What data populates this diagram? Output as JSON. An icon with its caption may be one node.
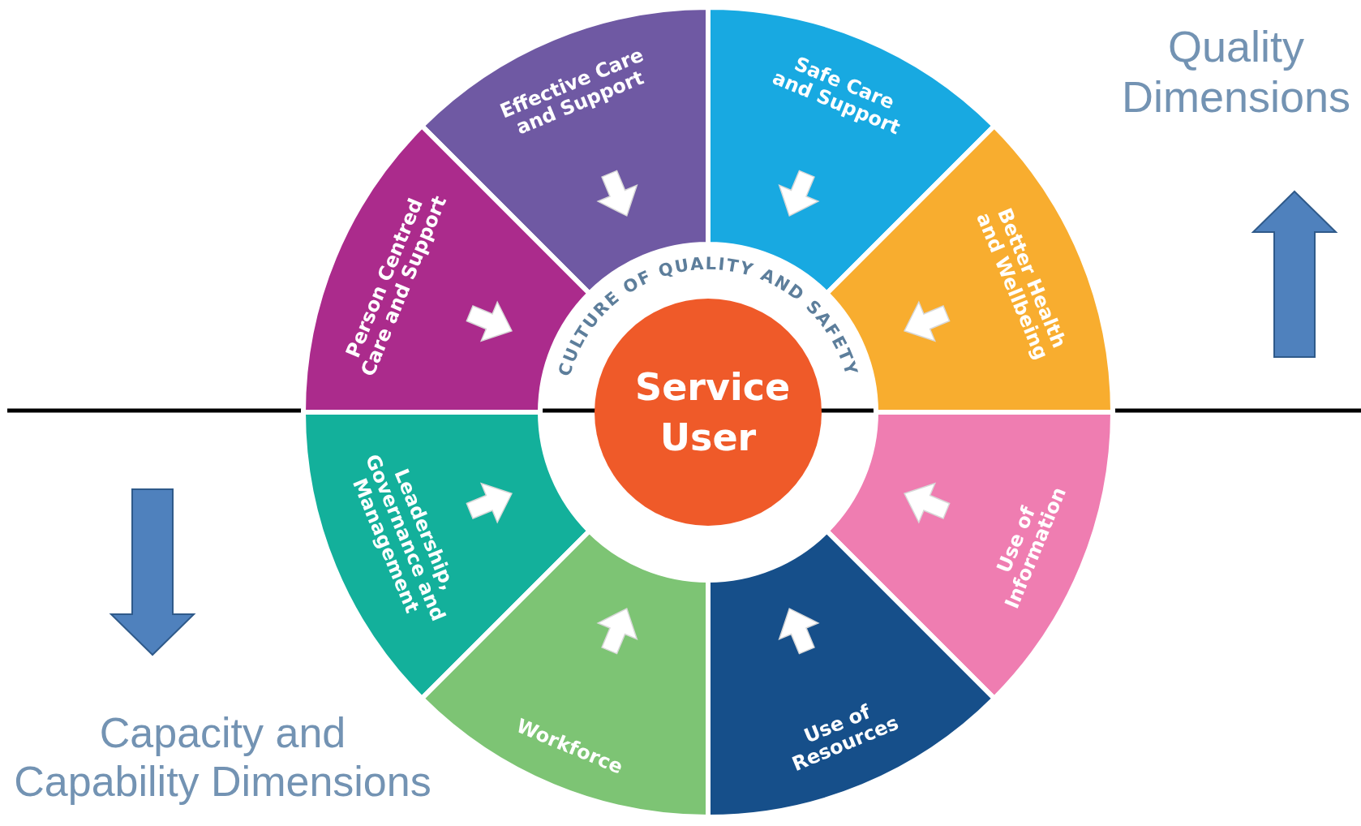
{
  "diagram": {
    "nodes": [
      {
        "text": [
          "Effective Care and Support"
        ]
      },
      {
        "text": [
          "Safe Care and Support"
        ]
      },
      {
        "text": [
          "Person Centred Care and Support"
        ]
      },
      {
        "text": [
          "Better Health and Wellbeing"
        ]
      },
      {
        "text": [
          "CULTURE OF QUALITY AND SAFETY",
          "Service User"
        ]
      },
      {
        "text": [
          "Leadership, Governance and Management"
        ]
      },
      {
        "text": [
          "Use of Information"
        ]
      },
      {
        "text": [
          "Workforce"
        ]
      },
      {
        "text": [
          "Use of Resources"
        ]
      }
    ],
    "labels": [
      "Quality Dimensions",
      "Capacity and Capability Dimensions"
    ]
  }
}
